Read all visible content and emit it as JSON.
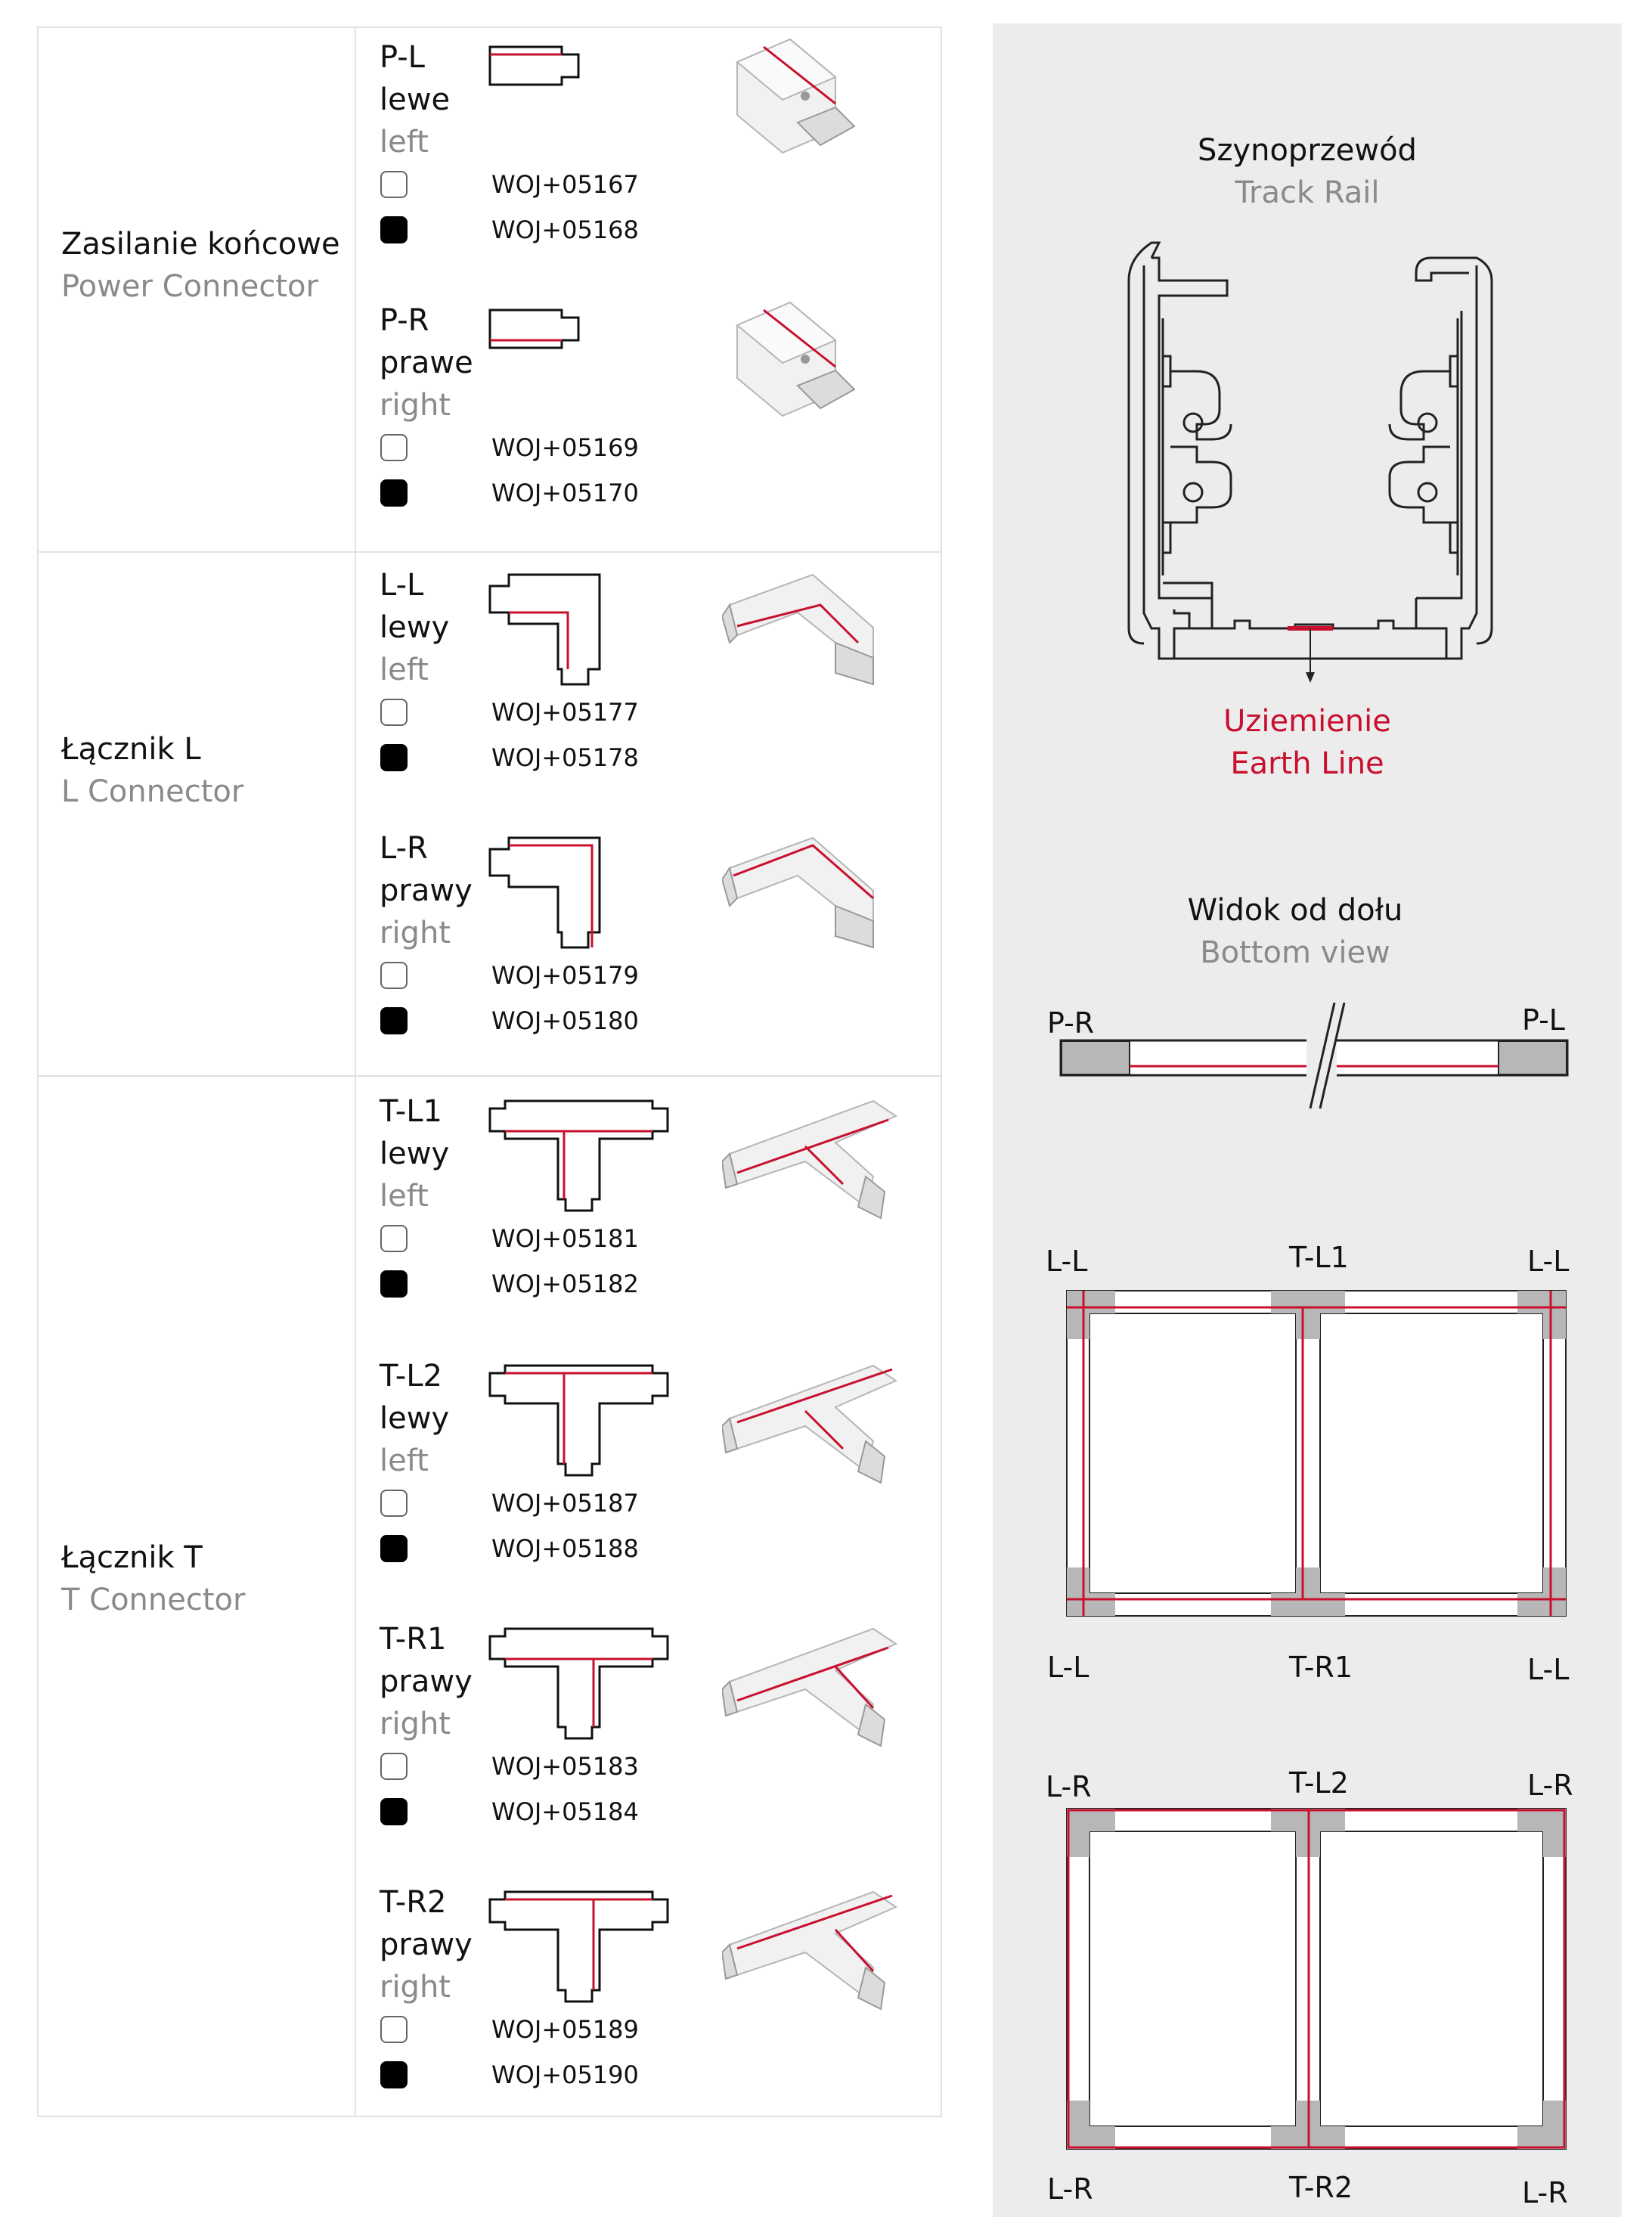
{
  "sections": [
    {
      "pl": "Zasilanie końcowe",
      "en": "Power Connector"
    },
    {
      "pl": "Łącznik L",
      "en": "L Connector"
    },
    {
      "pl": "Łącznik T",
      "en": "T Connector"
    }
  ],
  "products": [
    {
      "code": "P-L",
      "pl": "lewe",
      "en": "left",
      "sku_white": "WOJ+05167",
      "sku_black": "WOJ+05168"
    },
    {
      "code": "P-R",
      "pl": "prawe",
      "en": "right",
      "sku_white": "WOJ+05169",
      "sku_black": "WOJ+05170"
    },
    {
      "code": "L-L",
      "pl": "lewy",
      "en": "left",
      "sku_white": "WOJ+05177",
      "sku_black": "WOJ+05178"
    },
    {
      "code": "L-R",
      "pl": "prawy",
      "en": "right",
      "sku_white": "WOJ+05179",
      "sku_black": "WOJ+05180"
    },
    {
      "code": "T-L1",
      "pl": "lewy",
      "en": "left",
      "sku_white": "WOJ+05181",
      "sku_black": "WOJ+05182"
    },
    {
      "code": "T-L2",
      "pl": "lewy",
      "en": "left",
      "sku_white": "WOJ+05187",
      "sku_black": "WOJ+05188"
    },
    {
      "code": "T-R1",
      "pl": "prawy",
      "en": "right",
      "sku_white": "WOJ+05183",
      "sku_black": "WOJ+05184"
    },
    {
      "code": "T-R2",
      "pl": "prawy",
      "en": "right",
      "sku_white": "WOJ+05189",
      "sku_black": "WOJ+05190"
    }
  ],
  "panel": {
    "track_title_pl": "Szynoprzewód",
    "track_title_en": "Track Rail",
    "earth_pl": "Uziemienie",
    "earth_en": "Earth Line",
    "bottom_title_pl": "Widok od dołu",
    "bottom_title_en": "Bottom view",
    "rail_left": "P-R",
    "rail_right": "P-L",
    "grid1": {
      "top_left": "L-L",
      "top_mid": "T-L1",
      "top_right": "L-L",
      "bottom_left": "L-L",
      "bottom_mid": "T-R1",
      "bottom_right": "L-L"
    },
    "grid2": {
      "top_left": "L-R",
      "top_mid": "T-L2",
      "top_right": "L-R",
      "bottom_left": "L-R",
      "bottom_mid": "T-R2",
      "bottom_right": "L-R"
    }
  },
  "colors": {
    "earth_line": "#c8102e",
    "panel_bg": "#ececec",
    "muted_text": "#8a8a8a"
  }
}
